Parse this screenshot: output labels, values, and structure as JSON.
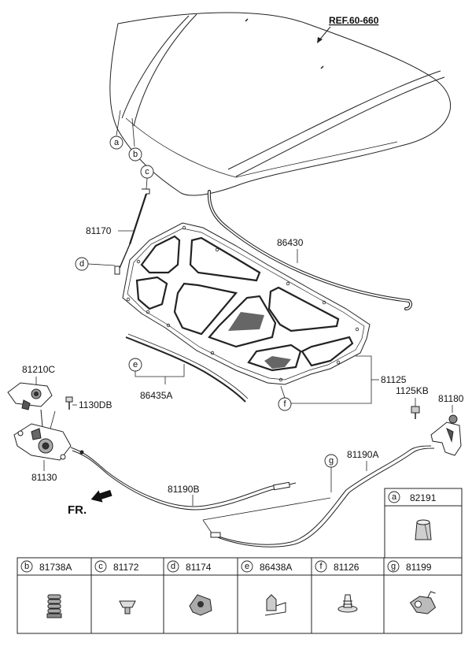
{
  "reference": {
    "label": "REF.60-660"
  },
  "direction": {
    "label": "FR."
  },
  "callouts": {
    "a": "a",
    "b": "b",
    "c": "c",
    "d": "d",
    "e": "e",
    "f": "f",
    "g": "g"
  },
  "parts": {
    "gas_lifter": "81170",
    "weatherstrip": "86430",
    "insulator_pad": "81125",
    "seal_strip": "86435A",
    "latch_upper": "81210C",
    "bolt": "1130DB",
    "latch_assy": "81130",
    "cable_b": "81190B",
    "cable_a": "81190A",
    "bolt_kb": "1125KB",
    "release_handle": "81180"
  },
  "legend": [
    {
      "letter": "a",
      "part_no": "82191",
      "icon": "bumper-stopper-icon"
    },
    {
      "letter": "b",
      "part_no": "81738A",
      "icon": "rubber-bumper-icon"
    },
    {
      "letter": "c",
      "part_no": "81172",
      "icon": "ball-stud-icon"
    },
    {
      "letter": "d",
      "part_no": "81174",
      "icon": "bracket-clip-icon"
    },
    {
      "letter": "e",
      "part_no": "86438A",
      "icon": "retainer-clip-icon"
    },
    {
      "letter": "f",
      "part_no": "81126",
      "icon": "push-rivet-icon"
    },
    {
      "letter": "g",
      "part_no": "81199",
      "icon": "cable-clip-icon"
    }
  ]
}
